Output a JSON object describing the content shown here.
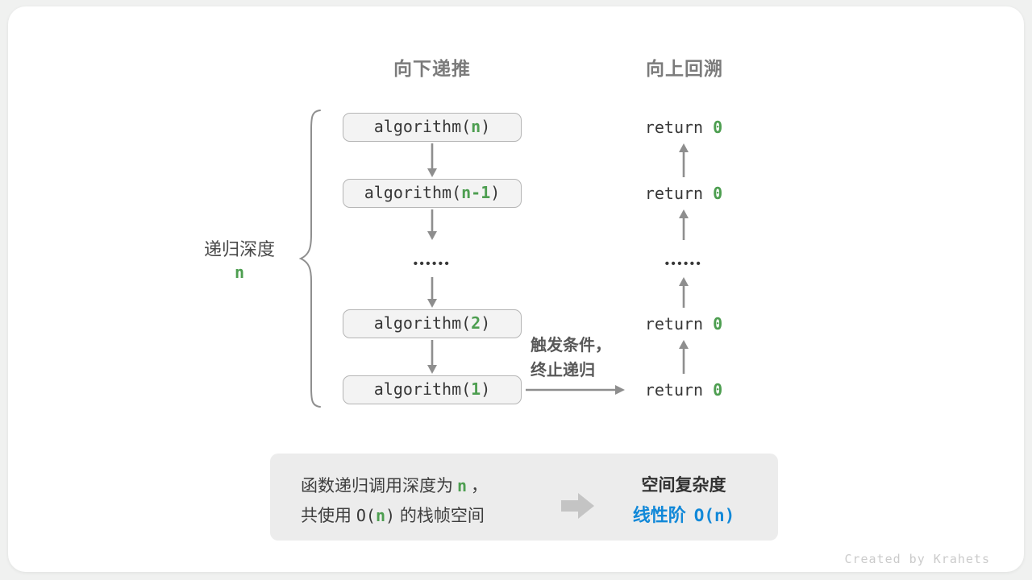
{
  "colors": {
    "green": "#4d9e50",
    "blue": "#1188d8",
    "arrow_gray": "#8e8e8e",
    "page_bg": "#f0f1f0"
  },
  "headers": {
    "down": "向下递推",
    "up": "向上回溯"
  },
  "depth": {
    "label": "递归深度",
    "value": "n"
  },
  "stack": {
    "calls": [
      {
        "pre": "algorithm(",
        "arg": "n",
        "post": ")"
      },
      {
        "pre": "algorithm(",
        "arg": "n-1",
        "post": ")"
      },
      {
        "pre": "algorithm(",
        "arg": "2",
        "post": ")"
      },
      {
        "pre": "algorithm(",
        "arg": "1",
        "post": ")"
      }
    ],
    "ellipsis": "••••••",
    "returns": [
      {
        "pre": "return ",
        "val": "0"
      },
      {
        "pre": "return ",
        "val": "0"
      },
      {
        "pre": "return ",
        "val": "0"
      },
      {
        "pre": "return ",
        "val": "0"
      }
    ]
  },
  "annotation": {
    "line1": "触发条件，",
    "line2": "终止递归"
  },
  "summary": {
    "left1_pre": "函数递归调用深度为",
    "left1_arg": "n",
    "left1_post": "，",
    "left2_pre": "共使用 ",
    "left2_o": "O(",
    "left2_arg": "n",
    "left2_close": ")",
    "left2_post": " 的栈帧空间",
    "right_title": "空间复杂度",
    "right_term": "线性阶",
    "right_big_o": "O(n)"
  },
  "footer": {
    "credit": "Created by Krahets"
  }
}
